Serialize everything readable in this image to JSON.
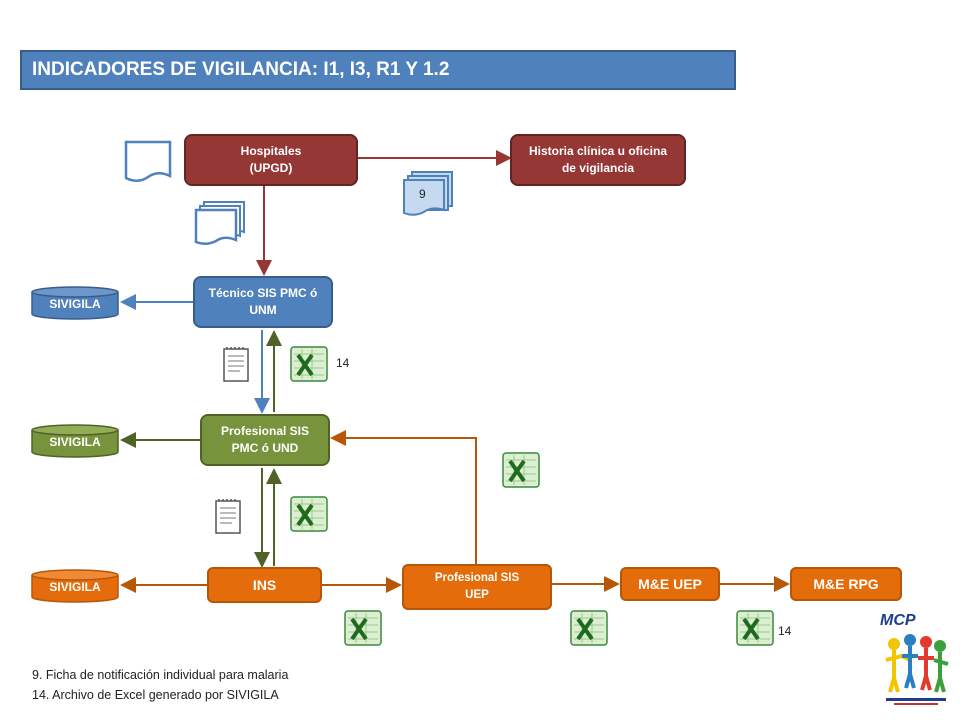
{
  "title": "INDICADORES DE VIGILANCIA: I1, I3, R1 Y 1.2",
  "nodes": {
    "hospitales": {
      "line1": "Hospitales",
      "line2": "(UPGD)"
    },
    "historia": {
      "line1": "Historia clínica u oficina",
      "line2": "de vigilancia"
    },
    "tecnico": {
      "line1": "Técnico SIS PMC ó",
      "line2": "UNM"
    },
    "profesional_pmc": {
      "line1": "Profesional SIS",
      "line2": "PMC ó UND"
    },
    "ins": {
      "label": "INS"
    },
    "profesional_uep": {
      "line1": "Profesional SIS",
      "line2": "UEP"
    },
    "me_uep": {
      "label": "M&E UEP"
    },
    "me_rpg": {
      "label": "M&E RPG"
    }
  },
  "databases": [
    {
      "label": "SIVIGILA",
      "color": "#4f81bd"
    },
    {
      "label": "SIVIGILA",
      "color": "#77933c"
    },
    {
      "label": "SIVIGILA",
      "color": "#e46c0a"
    }
  ],
  "numbers": {
    "form_number": "9",
    "excel_top": "14",
    "excel_bottom": "14"
  },
  "legend": {
    "line1": "9. Ficha de notificación individual para malaria",
    "line2": "14. Archivo de Excel generado por  SIVIGILA"
  },
  "logo": {
    "text": "MCP"
  },
  "colors": {
    "red": "#953735",
    "blue": "#4f81bd",
    "green": "#77933c",
    "orange": "#e46c0a",
    "excel_green": "#3a8a3a"
  }
}
